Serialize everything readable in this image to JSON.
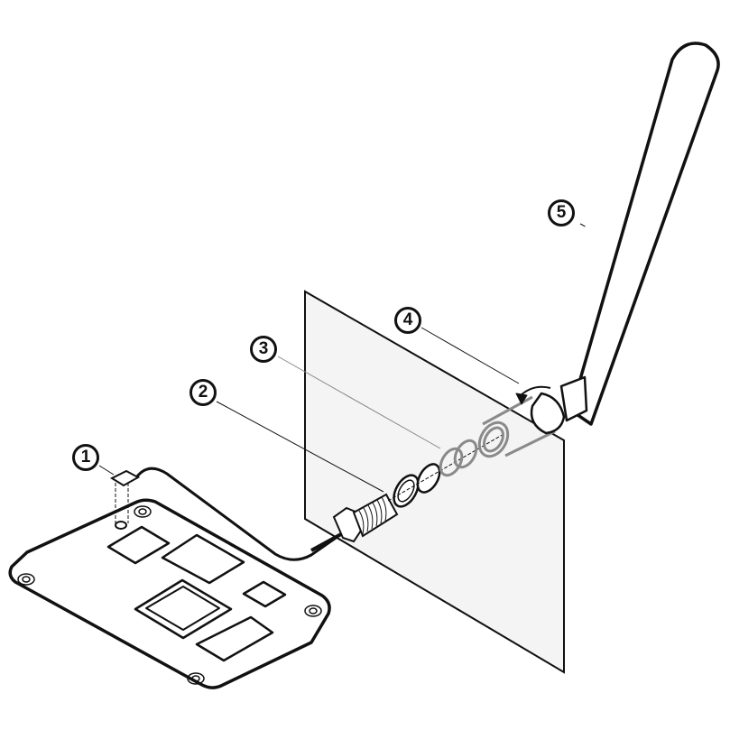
{
  "diagram": {
    "type": "exploded assembly illustration",
    "subject": "External antenna installation through enclosure panel",
    "colors": {
      "line": "#111111",
      "panel_fill": "#f4f4f4",
      "ghost": "#8a8a8a",
      "background": "#ffffff"
    },
    "callouts": [
      {
        "number": "1",
        "part": "U.FL connector on circuit board"
      },
      {
        "number": "2",
        "part": "Bulkhead SMA connector with threaded shaft"
      },
      {
        "number": "3",
        "part": "Lock washer, washer and nut"
      },
      {
        "number": "4",
        "part": "Antenna swivel base (screw on)"
      },
      {
        "number": "5",
        "part": "Antenna"
      }
    ],
    "components": [
      "circuit-board",
      "pigtail-cable",
      "enclosure-panel",
      "sma-connector",
      "toothed-lock-washer",
      "flat-washer",
      "nut",
      "antenna-base",
      "antenna"
    ]
  }
}
